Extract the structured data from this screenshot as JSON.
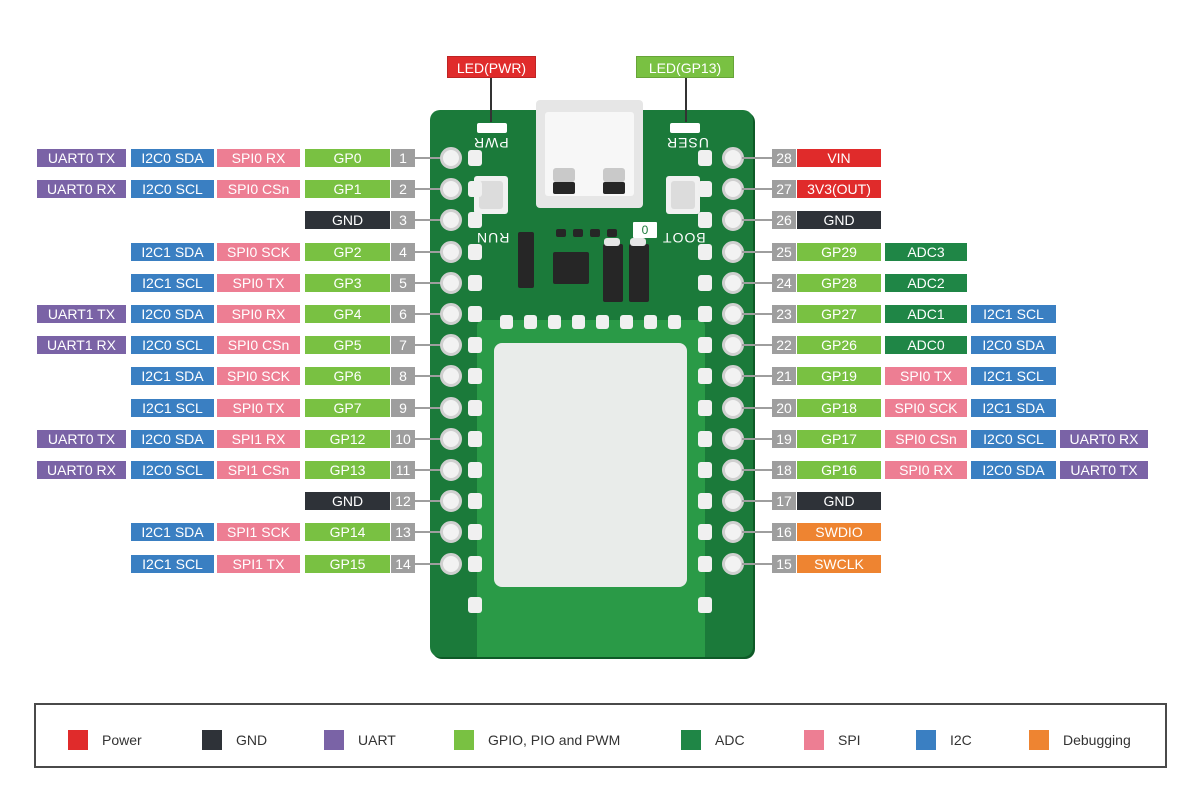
{
  "colors": {
    "power": "#e02b2b",
    "gnd": "#2e3238",
    "uart": "#7a63a6",
    "gpio": "#79c142",
    "adc": "#1f8646",
    "spi": "#ed7e93",
    "i2c": "#3a7fc2",
    "debug": "#ee8431",
    "board": "#1b7a3a"
  },
  "callouts": {
    "led_pwr": "LED(PWR)",
    "led_gp13": "LED(GP13)"
  },
  "silkscreen": {
    "pwr": "PWR",
    "user": "USER",
    "run": "RUN",
    "boot": "BOOT",
    "zero": "0"
  },
  "left_pins": [
    {
      "num": "1",
      "labels": [
        {
          "t": "UART0 TX",
          "c": "uart"
        },
        {
          "t": "I2C0 SDA",
          "c": "i2c"
        },
        {
          "t": "SPI0 RX",
          "c": "spi"
        },
        {
          "t": "GP0",
          "c": "gpio"
        }
      ]
    },
    {
      "num": "2",
      "labels": [
        {
          "t": "UART0 RX",
          "c": "uart"
        },
        {
          "t": "I2C0 SCL",
          "c": "i2c"
        },
        {
          "t": "SPI0 CSn",
          "c": "spi"
        },
        {
          "t": "GP1",
          "c": "gpio"
        }
      ]
    },
    {
      "num": "3",
      "labels": [
        {
          "t": "",
          "c": ""
        },
        {
          "t": "",
          "c": ""
        },
        {
          "t": "",
          "c": ""
        },
        {
          "t": "GND",
          "c": "gnd"
        }
      ]
    },
    {
      "num": "4",
      "labels": [
        {
          "t": "",
          "c": ""
        },
        {
          "t": "I2C1 SDA",
          "c": "i2c"
        },
        {
          "t": "SPI0 SCK",
          "c": "spi"
        },
        {
          "t": "GP2",
          "c": "gpio"
        }
      ]
    },
    {
      "num": "5",
      "labels": [
        {
          "t": "",
          "c": ""
        },
        {
          "t": "I2C1 SCL",
          "c": "i2c"
        },
        {
          "t": "SPI0 TX",
          "c": "spi"
        },
        {
          "t": "GP3",
          "c": "gpio"
        }
      ]
    },
    {
      "num": "6",
      "labels": [
        {
          "t": "UART1 TX",
          "c": "uart"
        },
        {
          "t": "I2C0 SDA",
          "c": "i2c"
        },
        {
          "t": "SPI0 RX",
          "c": "spi"
        },
        {
          "t": "GP4",
          "c": "gpio"
        }
      ]
    },
    {
      "num": "7",
      "labels": [
        {
          "t": "UART1 RX",
          "c": "uart"
        },
        {
          "t": "I2C0 SCL",
          "c": "i2c"
        },
        {
          "t": "SPI0 CSn",
          "c": "spi"
        },
        {
          "t": "GP5",
          "c": "gpio"
        }
      ]
    },
    {
      "num": "8",
      "labels": [
        {
          "t": "",
          "c": ""
        },
        {
          "t": "I2C1 SDA",
          "c": "i2c"
        },
        {
          "t": "SPI0 SCK",
          "c": "spi"
        },
        {
          "t": "GP6",
          "c": "gpio"
        }
      ]
    },
    {
      "num": "9",
      "labels": [
        {
          "t": "",
          "c": ""
        },
        {
          "t": "I2C1 SCL",
          "c": "i2c"
        },
        {
          "t": "SPI0 TX",
          "c": "spi"
        },
        {
          "t": "GP7",
          "c": "gpio"
        }
      ]
    },
    {
      "num": "10",
      "labels": [
        {
          "t": "UART0 TX",
          "c": "uart"
        },
        {
          "t": "I2C0 SDA",
          "c": "i2c"
        },
        {
          "t": "SPI1 RX",
          "c": "spi"
        },
        {
          "t": "GP12",
          "c": "gpio"
        }
      ]
    },
    {
      "num": "11",
      "labels": [
        {
          "t": "UART0 RX",
          "c": "uart"
        },
        {
          "t": "I2C0 SCL",
          "c": "i2c"
        },
        {
          "t": "SPI1 CSn",
          "c": "spi"
        },
        {
          "t": "GP13",
          "c": "gpio"
        }
      ]
    },
    {
      "num": "12",
      "labels": [
        {
          "t": "",
          "c": ""
        },
        {
          "t": "",
          "c": ""
        },
        {
          "t": "",
          "c": ""
        },
        {
          "t": "GND",
          "c": "gnd"
        }
      ]
    },
    {
      "num": "13",
      "labels": [
        {
          "t": "",
          "c": ""
        },
        {
          "t": "I2C1 SDA",
          "c": "i2c"
        },
        {
          "t": "SPI1 SCK",
          "c": "spi"
        },
        {
          "t": "GP14",
          "c": "gpio"
        }
      ]
    },
    {
      "num": "14",
      "labels": [
        {
          "t": "",
          "c": ""
        },
        {
          "t": "I2C1 SCL",
          "c": "i2c"
        },
        {
          "t": "SPI1 TX",
          "c": "spi"
        },
        {
          "t": "GP15",
          "c": "gpio"
        }
      ]
    }
  ],
  "right_pins": [
    {
      "num": "28",
      "labels": [
        {
          "t": "VIN",
          "c": "power"
        }
      ]
    },
    {
      "num": "27",
      "labels": [
        {
          "t": "3V3(OUT)",
          "c": "power"
        }
      ]
    },
    {
      "num": "26",
      "labels": [
        {
          "t": "GND",
          "c": "gnd"
        }
      ]
    },
    {
      "num": "25",
      "labels": [
        {
          "t": "GP29",
          "c": "gpio"
        },
        {
          "t": "ADC3",
          "c": "adc"
        }
      ]
    },
    {
      "num": "24",
      "labels": [
        {
          "t": "GP28",
          "c": "gpio"
        },
        {
          "t": "ADC2",
          "c": "adc"
        }
      ]
    },
    {
      "num": "23",
      "labels": [
        {
          "t": "GP27",
          "c": "gpio"
        },
        {
          "t": "ADC1",
          "c": "adc"
        },
        {
          "t": "I2C1 SCL",
          "c": "i2c"
        }
      ]
    },
    {
      "num": "22",
      "labels": [
        {
          "t": "GP26",
          "c": "gpio"
        },
        {
          "t": "ADC0",
          "c": "adc"
        },
        {
          "t": "I2C0 SDA",
          "c": "i2c"
        }
      ]
    },
    {
      "num": "21",
      "labels": [
        {
          "t": "GP19",
          "c": "gpio"
        },
        {
          "t": "SPI0 TX",
          "c": "spi"
        },
        {
          "t": "I2C1 SCL",
          "c": "i2c"
        }
      ]
    },
    {
      "num": "20",
      "labels": [
        {
          "t": "GP18",
          "c": "gpio"
        },
        {
          "t": "SPI0 SCK",
          "c": "spi"
        },
        {
          "t": "I2C1 SDA",
          "c": "i2c"
        }
      ]
    },
    {
      "num": "19",
      "labels": [
        {
          "t": "GP17",
          "c": "gpio"
        },
        {
          "t": "SPI0 CSn",
          "c": "spi"
        },
        {
          "t": "I2C0 SCL",
          "c": "i2c"
        },
        {
          "t": "UART0 RX",
          "c": "uart"
        }
      ]
    },
    {
      "num": "18",
      "labels": [
        {
          "t": "GP16",
          "c": "gpio"
        },
        {
          "t": "SPI0 RX",
          "c": "spi"
        },
        {
          "t": "I2C0 SDA",
          "c": "i2c"
        },
        {
          "t": "UART0 TX",
          "c": "uart"
        }
      ]
    },
    {
      "num": "17",
      "labels": [
        {
          "t": "GND",
          "c": "gnd"
        }
      ]
    },
    {
      "num": "16",
      "labels": [
        {
          "t": "SWDIO",
          "c": "debug"
        }
      ]
    },
    {
      "num": "15",
      "labels": [
        {
          "t": "SWCLK",
          "c": "debug"
        }
      ]
    }
  ],
  "legend": [
    {
      "label": "Power",
      "c": "power"
    },
    {
      "label": "GND",
      "c": "gnd"
    },
    {
      "label": "UART",
      "c": "uart"
    },
    {
      "label": "GPIO, PIO and PWM",
      "c": "gpio"
    },
    {
      "label": "ADC",
      "c": "adc"
    },
    {
      "label": "SPI",
      "c": "spi"
    },
    {
      "label": "I2C",
      "c": "i2c"
    },
    {
      "label": "Debugging",
      "c": "debug"
    }
  ]
}
